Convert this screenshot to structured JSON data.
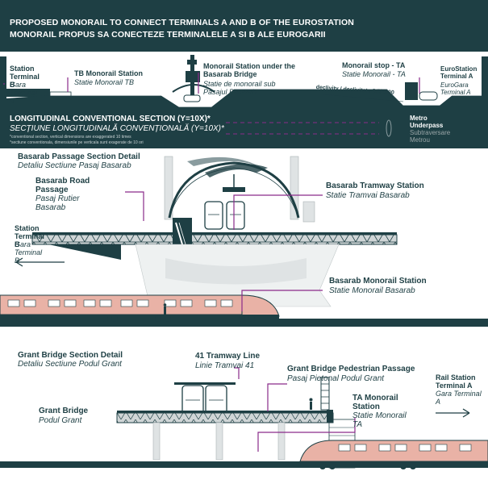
{
  "header": {
    "title_en": "PROPOSED MONORAIL TO CONNECT TERMINALS A AND B OF THE EUROSTATION",
    "title_ro": "MONORAIL PROPUS SA CONECTEZE TERMINALELE A SI B ALE EUROGARII"
  },
  "overview": {
    "station_b_title": "Station Terminal B",
    "station_b_sub": "Gara Terminal B",
    "tb_monorail_title": "TB Monorail Station",
    "tb_monorail_sub": "Statie Monorail TB",
    "basarab_station_title": "Monorail Station under the Basarab Bridge",
    "basarab_station_sub": "Statie de monorail sub Pasajul Basarab",
    "ta_stop_title": "Monorail stop - TA",
    "ta_stop_sub": "Statie Monorail - TA",
    "eurostation_title": "EuroStation Terminal A",
    "eurostation_sub": "EuroGara Terminal A",
    "declivity": "declivity / declivitate 3.5/1000"
  },
  "section_band": {
    "title_en": "LONGITUDINAL CONVENTIONAL SECTION (Y=10X)*",
    "title_ro": "SECȚIUNE LONGITUDINALĂ CONVENȚIONALĂ (Y=10X)*",
    "note_en": "*conventional section, vertical dimensions are exaggerated 10 times",
    "note_ro": "*sectiune conventionala, dimensiunile pe verticala sunt exagerate de 10 ori",
    "metro_title": "Metro Underpass",
    "metro_sub": "Subtraversare Metrou"
  },
  "basarab": {
    "detail_title": "Basarab Passage Section Detail",
    "detail_sub": "Detaliu Sectiune Pasaj Basarab",
    "road_title": "Basarab Road Passage",
    "road_sub": "Pasaj Rutier Basarab",
    "tram_title": "Basarab Tramway Station",
    "tram_sub": "Statie Tramvai Basarab",
    "station_b_title": "Station Terminal B",
    "station_b_sub": "Gara Terminal B",
    "monorail_title": "Basarab Monorail Station",
    "monorail_sub": "Statie Monorail Basarab"
  },
  "grant": {
    "detail_title": "Grant Bridge Section Detail",
    "detail_sub": "Detaliu Sectiune Podul Grant",
    "tram_title": "41 Tramway Line",
    "tram_sub": "Linie Tramvai 41",
    "ped_title": "Grant Bridge Pedestrian Passage",
    "ped_sub": "Pasaj Pietonal Podul Grant",
    "rail_title": "Rail Station Terminal A",
    "rail_sub": "Gara Terminal A",
    "bridge_title": "Grant Bridge",
    "bridge_sub": "Podul Grant",
    "ta_title": "TA Monorail Station",
    "ta_sub": "Statie Monorail TA"
  },
  "colors": {
    "dark_teal": "#1e3f44",
    "accent_purple": "#8a2b8a",
    "monorail_pink": "#e9b2a6",
    "concrete": "#dfe3e4"
  }
}
